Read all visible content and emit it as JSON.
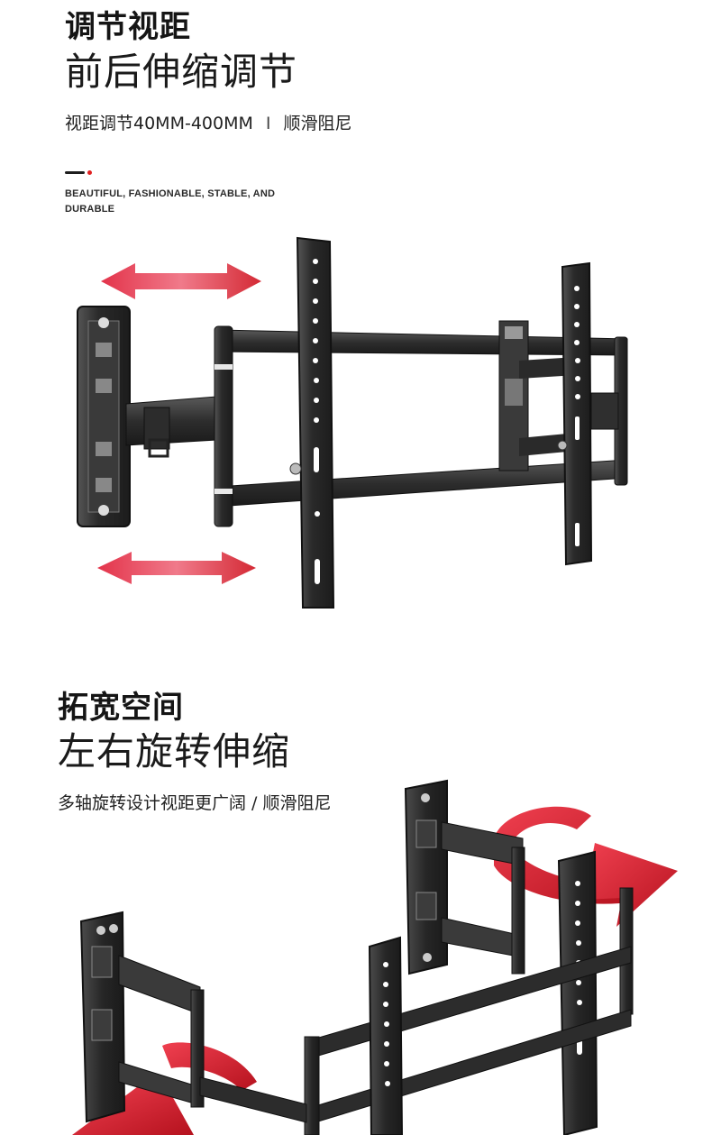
{
  "section1": {
    "heading": "调节视距",
    "subheading": "前后伸缩调节",
    "spec_left": "视距调节40MM-400MM",
    "spec_separator": "I",
    "spec_right": "顺滑阻尼",
    "tagline": "BEAUTIFUL, FASHIONABLE, STABLE, AND DURABLE"
  },
  "section2": {
    "heading": "拓宽空间",
    "subheading": "左右旋转伸缩",
    "spec": "多轴旋转设计视距更广阔 / 顺滑阻尼"
  },
  "colors": {
    "accent_red": "#d42a35",
    "steel_dark": "#2b2b2b",
    "steel_mid": "#4a4a4a"
  }
}
